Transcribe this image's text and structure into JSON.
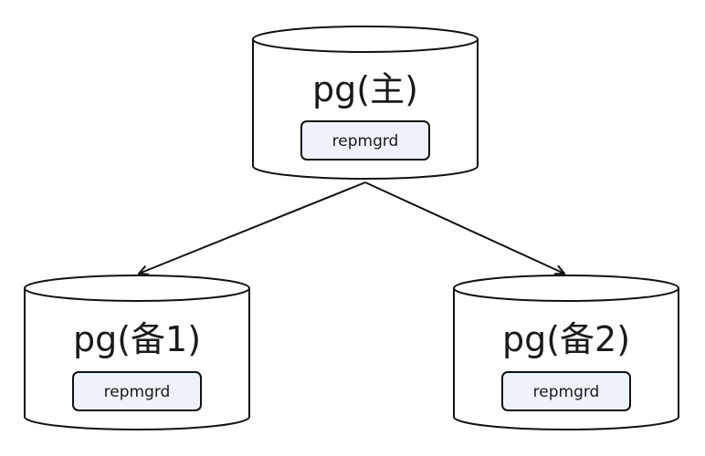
{
  "nodes": {
    "primary": {
      "title": "pg(主)",
      "process": "repmgrd"
    },
    "standby1": {
      "title": "pg(备1)",
      "process": "repmgrd"
    },
    "standby2": {
      "title": "pg(备2)",
      "process": "repmgrd"
    }
  },
  "colors": {
    "stroke": "#111111",
    "process_fill": "#eef2fb",
    "background": "#ffffff"
  }
}
